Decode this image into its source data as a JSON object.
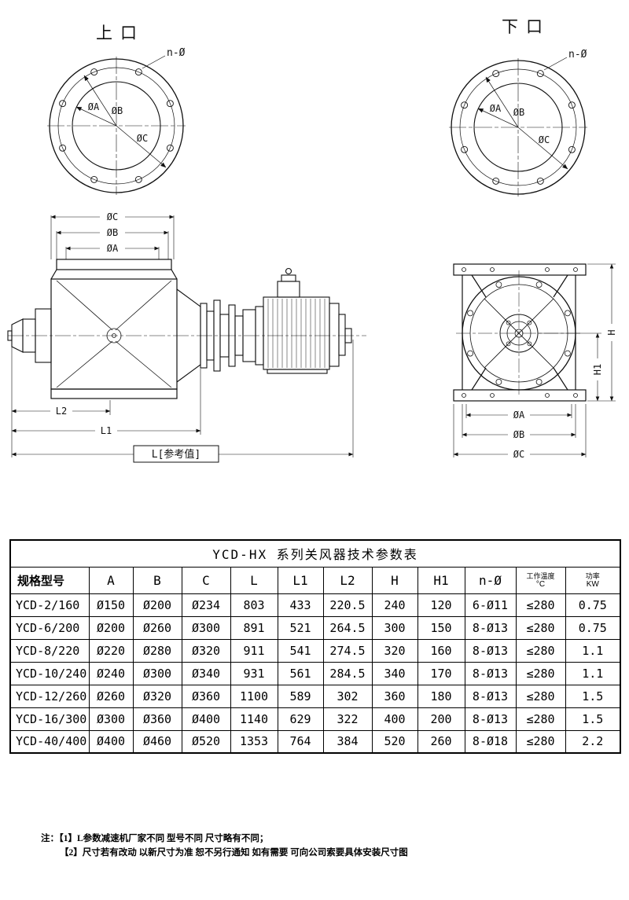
{
  "flange_top_left": {
    "title": "上口",
    "n_label": "n-Ø",
    "dia_a": "ØA",
    "dia_b": "ØB",
    "dia_c": "ØC"
  },
  "flange_top_right": {
    "title": "下口",
    "n_label": "n-Ø",
    "dia_a": "ØA",
    "dia_b": "ØB",
    "dia_c": "ØC"
  },
  "side_view": {
    "dim_c": "ØC",
    "dim_b": "ØB",
    "dim_a": "ØA",
    "dim_l2": "L2",
    "dim_l1": "L1",
    "dim_l": "L[参考值]"
  },
  "front_view": {
    "dim_h": "H",
    "dim_h1": "H1",
    "dim_a": "ØA",
    "dim_b": "ØB",
    "dim_c": "ØC"
  },
  "table": {
    "title": "YCD-HX 系列关风器技术参数表",
    "headers": [
      {
        "label": "规格型号"
      },
      {
        "label": "A"
      },
      {
        "label": "B"
      },
      {
        "label": "C"
      },
      {
        "label": "L"
      },
      {
        "label": "L1"
      },
      {
        "label": "L2"
      },
      {
        "label": "H"
      },
      {
        "label": "H1"
      },
      {
        "label": "n-Ø"
      },
      {
        "label": "工作温度",
        "sub": "°C"
      },
      {
        "label": "功率",
        "sub": "KW"
      }
    ],
    "rows": [
      [
        "YCD-2/160",
        "Ø150",
        "Ø200",
        "Ø234",
        "803",
        "433",
        "220.5",
        "240",
        "120",
        "6-Ø11",
        "≤280",
        "0.75"
      ],
      [
        "YCD-6/200",
        "Ø200",
        "Ø260",
        "Ø300",
        "891",
        "521",
        "264.5",
        "300",
        "150",
        "8-Ø13",
        "≤280",
        "0.75"
      ],
      [
        "YCD-8/220",
        "Ø220",
        "Ø280",
        "Ø320",
        "911",
        "541",
        "274.5",
        "320",
        "160",
        "8-Ø13",
        "≤280",
        "1.1"
      ],
      [
        "YCD-10/240",
        "Ø240",
        "Ø300",
        "Ø340",
        "931",
        "561",
        "284.5",
        "340",
        "170",
        "8-Ø13",
        "≤280",
        "1.1"
      ],
      [
        "YCD-12/260",
        "Ø260",
        "Ø320",
        "Ø360",
        "1100",
        "589",
        "302",
        "360",
        "180",
        "8-Ø13",
        "≤280",
        "1.5"
      ],
      [
        "YCD-16/300",
        "Ø300",
        "Ø360",
        "Ø400",
        "1140",
        "629",
        "322",
        "400",
        "200",
        "8-Ø13",
        "≤280",
        "1.5"
      ],
      [
        "YCD-40/400",
        "Ø400",
        "Ø460",
        "Ø520",
        "1353",
        "764",
        "384",
        "520",
        "260",
        "8-Ø18",
        "≤280",
        "2.2"
      ]
    ]
  },
  "notes": {
    "prefix": "注：",
    "line1": "【1】L参数减速机厂家不同 型号不同 尺寸略有不同；",
    "line2": "【2】尺寸若有改动 以新尺寸为准 恕不另行通知 如有需要 可向公司索要具体安装尺寸图"
  }
}
